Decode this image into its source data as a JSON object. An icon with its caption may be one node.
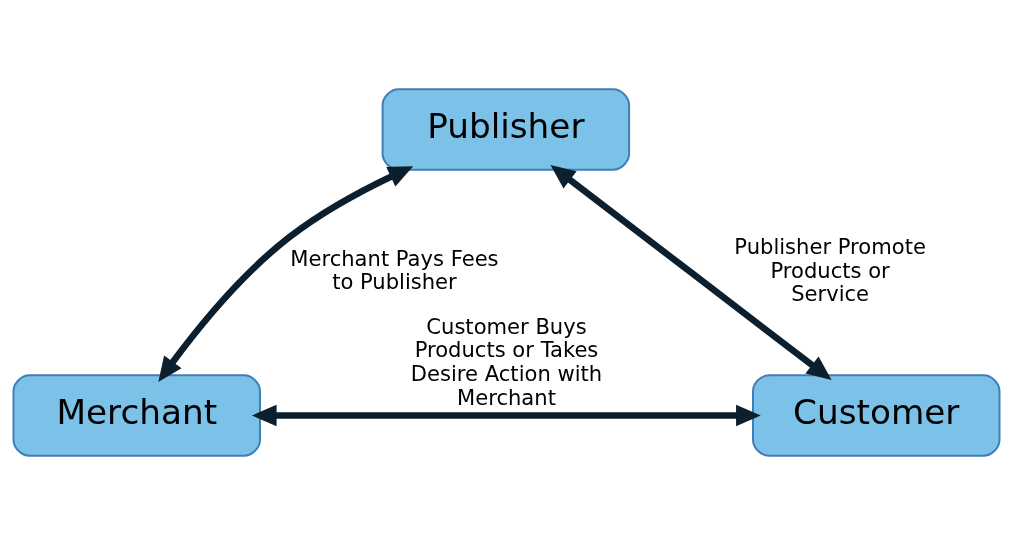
{
  "diagram": {
    "nodes": [
      {
        "text": [
          "Publisher"
        ]
      },
      {
        "text": [
          "Merchant"
        ]
      },
      {
        "text": [
          "Customer"
        ]
      }
    ],
    "edges": [
      {
        "from": 0,
        "to": 1,
        "arrow": "both",
        "label": "Merchant Pays Fees to Publisher"
      },
      {
        "from": 0,
        "to": 2,
        "arrow": "both",
        "label": "Publisher Promote Products or Service"
      },
      {
        "from": 1,
        "to": 2,
        "arrow": "both",
        "label": "Customer Buys Products or Takes Desire Action with Merchant"
      }
    ]
  }
}
